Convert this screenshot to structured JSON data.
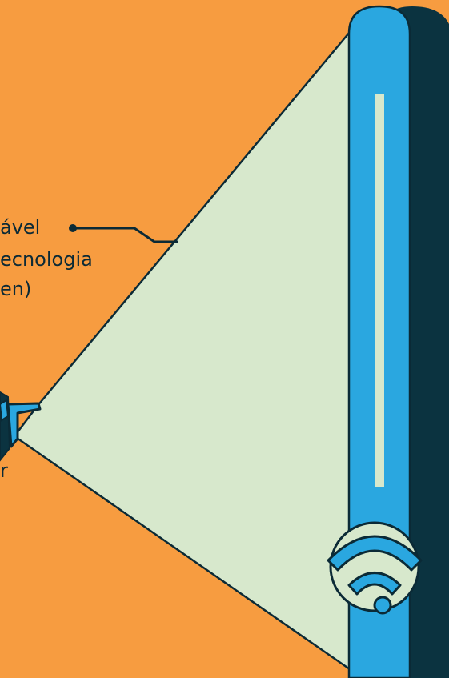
{
  "colors": {
    "background": "#f79c40",
    "beam": "#d7e8cc",
    "outline": "#0b2a36",
    "panel_blue": "#2aa7e0",
    "panel_shadow": "#0b3340",
    "light_bar": "#d7e8cc",
    "camera_blue": "#2aa7e0"
  },
  "labels": {
    "top_line_1": "ável",
    "top_line_2": "ecnologia",
    "top_line_3": "en)",
    "bottom_line_1": "r"
  },
  "icons": {
    "device": "wifi-sensor-icon",
    "emitter": "projector-lens-icon"
  }
}
